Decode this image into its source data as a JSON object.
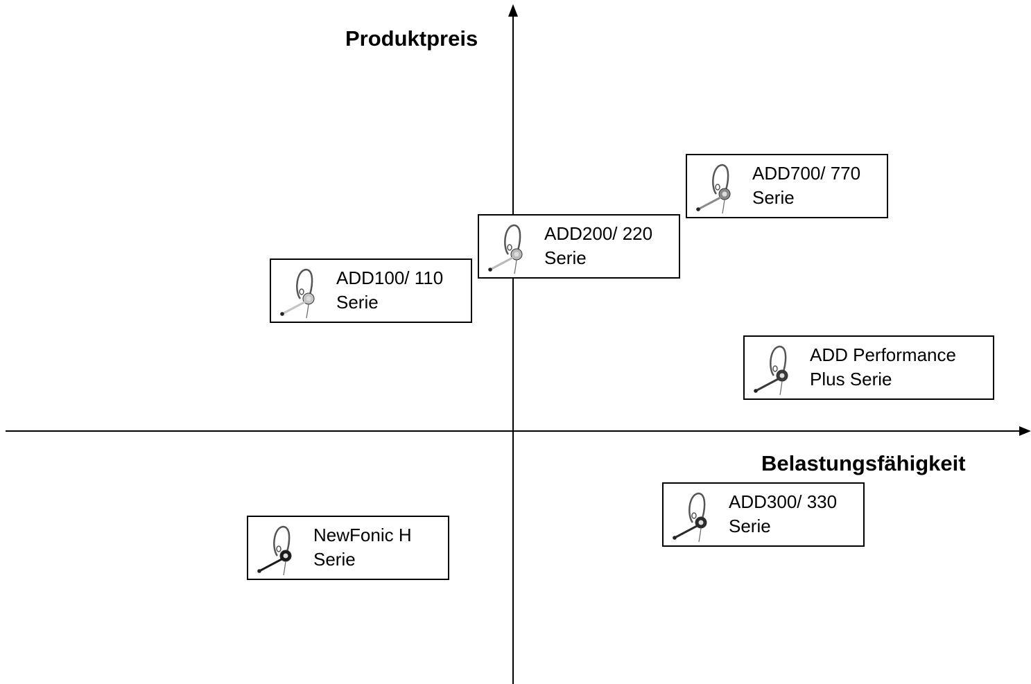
{
  "axes": {
    "y_label": "Produktpreis",
    "x_label": "Belastungsfähigkeit"
  },
  "products": [
    {
      "id": "add700",
      "line1": "ADD700/ 770",
      "line2": "Serie",
      "headset": "headset-icon",
      "tone": "#8a8a8a"
    },
    {
      "id": "add200",
      "line1": "ADD200/ 220",
      "line2": "Serie",
      "headset": "headset-icon",
      "tone": "#b8b8b8"
    },
    {
      "id": "add100",
      "line1": "ADD100/ 110",
      "line2": "Serie",
      "headset": "headset-icon",
      "tone": "#c4c4c4"
    },
    {
      "id": "addperf",
      "line1": "ADD Performance",
      "line2": "Plus Serie",
      "headset": "headset-icon",
      "tone": "#3a3a3a"
    },
    {
      "id": "add300",
      "line1": "ADD300/ 330",
      "line2": "Serie",
      "headset": "headset-icon",
      "tone": "#2a2a2a"
    },
    {
      "id": "newfonic",
      "line1": "NewFonic H",
      "line2": "Serie",
      "headset": "headset-icon",
      "tone": "#1a1a1a"
    }
  ]
}
